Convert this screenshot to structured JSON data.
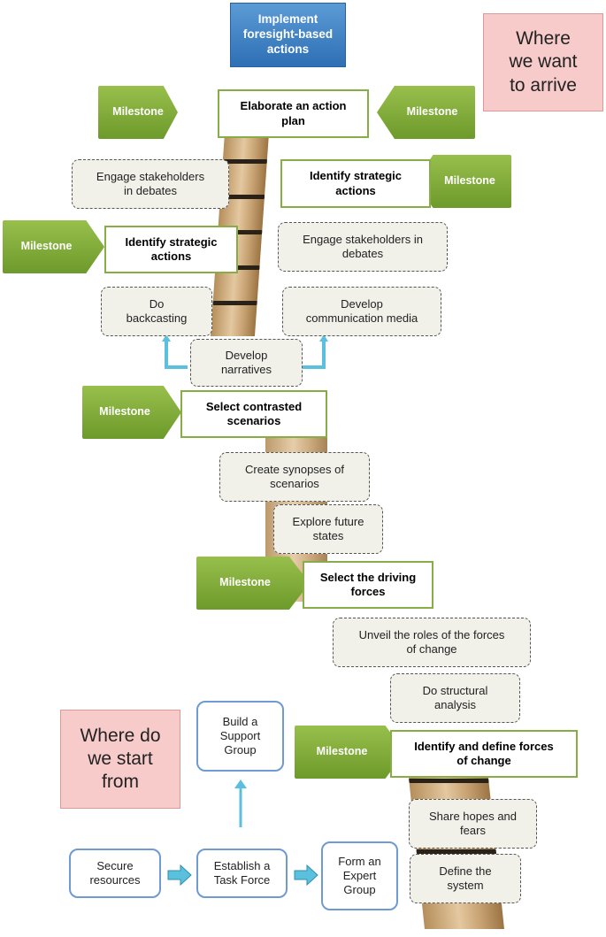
{
  "top_goal": "Implement\nforesight-based\nactions",
  "destination_label": "Where\nwe want\nto arrive",
  "origin_label": "Where do\nwe start\nfrom",
  "milestone_label": "Milestone",
  "gates": {
    "action_plan": "Elaborate an action\nplan",
    "strategic_actions_right": "Identify strategic\nactions",
    "strategic_actions_left": "Identify strategic\nactions",
    "contrasted_scenarios": "Select contrasted\nscenarios",
    "driving_forces": "Select the driving\nforces",
    "forces_of_change": "Identify and define forces\nof change"
  },
  "activities": {
    "engage_left": "Engage stakeholders\nin debates",
    "engage_right": "Engage stakeholders in\ndebates",
    "backcasting": "Do\nbackcasting",
    "communication_media": "Develop\ncommunication media",
    "narratives": "Develop\nnarratives",
    "synopses": "Create synopses of\nscenarios",
    "future_states": "Explore future\nstates",
    "roles_of_forces": "Unveil the roles of the forces\nof change",
    "structural_analysis": "Do structural\nanalysis",
    "hopes_fears": "Share hopes and\nfears",
    "define_system": "Define the\nsystem"
  },
  "setup": {
    "support_group": "Build a\nSupport\nGroup",
    "secure_resources": "Secure\nresources",
    "task_force": "Establish a\nTask Force",
    "expert_group": "Form an\nExpert\nGroup"
  },
  "colors": {
    "top_goal": "#2e6fb5",
    "destination_origin": "#f8cbcb",
    "milestone": "#7aa535",
    "gate_border": "#86ad46",
    "activity_fill": "#f1f1ea",
    "setup_border": "#6f9ad2",
    "connector_arrow": "#5bc0de"
  }
}
